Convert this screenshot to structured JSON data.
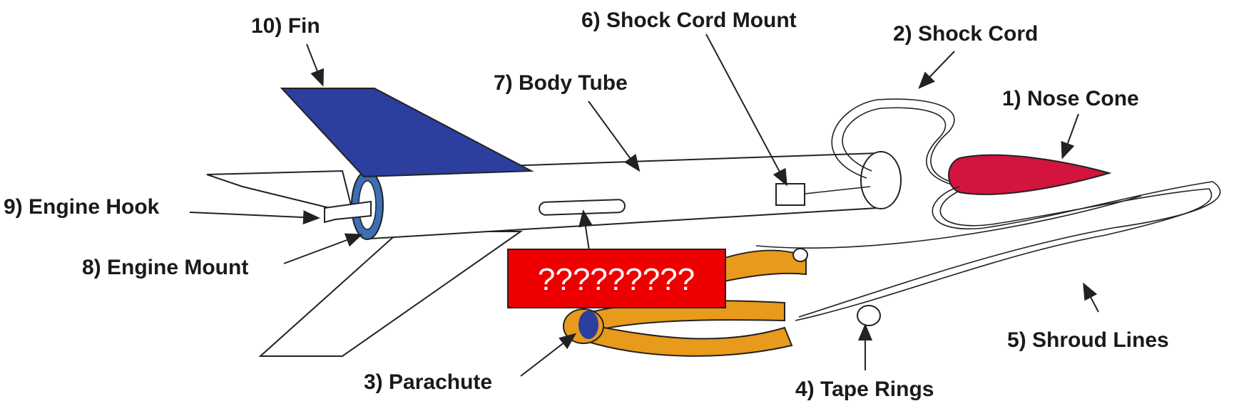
{
  "labels": {
    "nose_cone": "1) Nose Cone",
    "shock_cord": "2) Shock Cord",
    "parachute": "3) Parachute",
    "tape_rings": "4) Tape Rings",
    "shroud_lines": "5) Shroud Lines",
    "shock_cord_mount": "6) Shock Cord Mount",
    "body_tube": "7) Body Tube",
    "engine_mount": "8) Engine Mount",
    "engine_hook": "9) Engine Hook",
    "fin": "10) Fin"
  },
  "redacted_label": "?????????",
  "colors": {
    "fin": "#2c3e9e",
    "nose_cone": "#d2143f",
    "parachute": "#e89a1c",
    "redaction_box": "#ee0000",
    "engine_mount_ring": "#3b6fb6"
  }
}
